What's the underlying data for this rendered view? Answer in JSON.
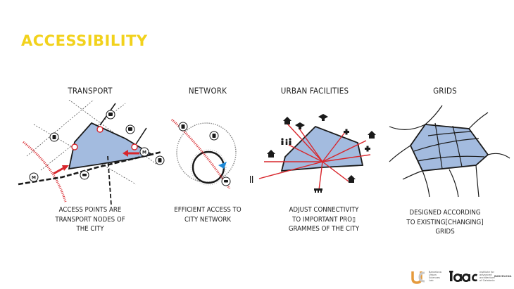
{
  "title": "ACCESSIBILITY",
  "columns": [
    {
      "heading": "TRANSPORT",
      "caption_lines": [
        "ACCESS POINTS ARE",
        "TRANSPORT NODES OF",
        "THE CITY"
      ],
      "icons": [
        "bus-icon",
        "train-icon",
        "metro-icon",
        "car-icon"
      ],
      "metro_label": "M"
    },
    {
      "heading": "NETWORK",
      "caption_lines": [
        "EFFICIENT ACCESS TO",
        "CITY NETWORK"
      ],
      "icons": [
        "train-icon",
        "car-icon"
      ]
    },
    {
      "heading": "URBAN FACILITIES",
      "caption_lines": [
        "ADJUST CONNECTIVITY",
        "TO IMPORTANT PRO▯",
        "GRAMMES OF THE CITY"
      ],
      "icons": [
        "home-icon",
        "graduation-cap-icon",
        "hospital-cross-icon",
        "family-icon",
        "restaurant-icon",
        "market-icon"
      ]
    },
    {
      "heading": "GRIDS",
      "caption_lines": [
        "DESIGNED ACCORDING",
        "TO EXISTING[CHANGING]",
        "GRIDS"
      ]
    }
  ],
  "footer": {
    "ubs_text": [
      "Barcelona",
      "Urban",
      "Sciences",
      "Lab"
    ],
    "iaac_text": [
      "institute for",
      "advanced",
      "architecture",
      "of Catalonia"
    ],
    "city": "BARCELONA"
  },
  "colors": {
    "title": "#f2d21c",
    "fill": "#a3bbdf",
    "stroke": "#1a1a1a",
    "accent_red": "#d8262c",
    "arrow_blue": "#1e88d6",
    "logo_orange": "#e59a3c"
  }
}
